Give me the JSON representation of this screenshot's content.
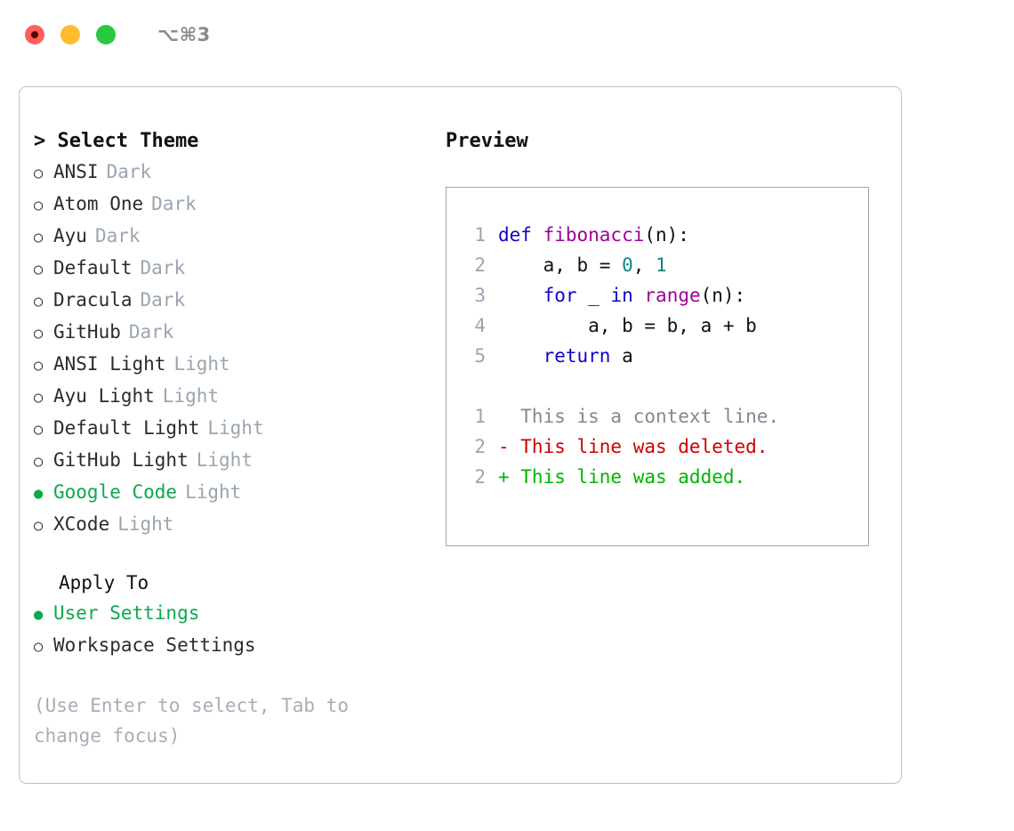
{
  "titlebar": {
    "shortcut": "⌥⌘3",
    "lights": [
      {
        "name": "close",
        "color": "#ff5f57"
      },
      {
        "name": "minimize",
        "color": "#febc2e"
      },
      {
        "name": "zoom",
        "color": "#28c840"
      }
    ]
  },
  "left": {
    "heading": "> Select Theme",
    "themes": [
      {
        "marker": "○",
        "name": "ANSI",
        "tag": "Dark",
        "selected": false
      },
      {
        "marker": "○",
        "name": "Atom One",
        "tag": "Dark",
        "selected": false
      },
      {
        "marker": "○",
        "name": "Ayu",
        "tag": "Dark",
        "selected": false
      },
      {
        "marker": "○",
        "name": "Default",
        "tag": "Dark",
        "selected": false
      },
      {
        "marker": "○",
        "name": "Dracula",
        "tag": "Dark",
        "selected": false
      },
      {
        "marker": "○",
        "name": "GitHub",
        "tag": "Dark",
        "selected": false
      },
      {
        "marker": "○",
        "name": "ANSI Light",
        "tag": "Light",
        "selected": false
      },
      {
        "marker": "○",
        "name": "Ayu Light",
        "tag": "Light",
        "selected": false
      },
      {
        "marker": "○",
        "name": "Default Light",
        "tag": "Light",
        "selected": false
      },
      {
        "marker": "○",
        "name": "GitHub Light",
        "tag": "Light",
        "selected": false
      },
      {
        "marker": "●",
        "name": "Google Code",
        "tag": "Light",
        "selected": true
      },
      {
        "marker": "○",
        "name": "XCode",
        "tag": "Light",
        "selected": false
      }
    ],
    "apply_to": {
      "heading": "Apply To",
      "options": [
        {
          "marker": "●",
          "name": "User Settings",
          "selected": true
        },
        {
          "marker": "○",
          "name": "Workspace Settings",
          "selected": false
        }
      ]
    },
    "hint": "(Use Enter to select, Tab to change focus)"
  },
  "right": {
    "heading": "Preview",
    "code_lines": [
      {
        "no": "1",
        "tokens": [
          {
            "text": "def ",
            "kind": "kw"
          },
          {
            "text": "fibonacci",
            "kind": "fn"
          },
          {
            "text": "(n):",
            "kind": "plain"
          }
        ]
      },
      {
        "no": "2",
        "tokens": [
          {
            "text": "    a, b = ",
            "kind": "plain"
          },
          {
            "text": "0",
            "kind": "num"
          },
          {
            "text": ", ",
            "kind": "plain"
          },
          {
            "text": "1",
            "kind": "num"
          }
        ]
      },
      {
        "no": "3",
        "tokens": [
          {
            "text": "    ",
            "kind": "plain"
          },
          {
            "text": "for",
            "kind": "kw"
          },
          {
            "text": " _ ",
            "kind": "plain"
          },
          {
            "text": "in",
            "kind": "kw"
          },
          {
            "text": " ",
            "kind": "plain"
          },
          {
            "text": "range",
            "kind": "fn"
          },
          {
            "text": "(n):",
            "kind": "plain"
          }
        ]
      },
      {
        "no": "4",
        "tokens": [
          {
            "text": "        a, b = b, a + b",
            "kind": "plain"
          }
        ]
      },
      {
        "no": "5",
        "tokens": [
          {
            "text": "    ",
            "kind": "plain"
          },
          {
            "text": "return",
            "kind": "kw"
          },
          {
            "text": " a",
            "kind": "plain"
          }
        ]
      }
    ],
    "diff_lines": [
      {
        "no": "1",
        "text": "  This is a context line.",
        "kind": "ctx"
      },
      {
        "no": "2",
        "text": "- This line was deleted.",
        "kind": "del"
      },
      {
        "no": "2",
        "text": "+ This line was added.",
        "kind": "add"
      }
    ]
  },
  "colors": {
    "accent_green": "#0aa94a",
    "keyword_blue": "#1200c8",
    "function_magenta": "#a0009b",
    "number_teal": "#0d8585",
    "diff_delete_red": "#cc0000",
    "diff_add_green": "#00b400",
    "muted_gray": "#9aa5b1",
    "panel_border": "#b9c2cd"
  }
}
